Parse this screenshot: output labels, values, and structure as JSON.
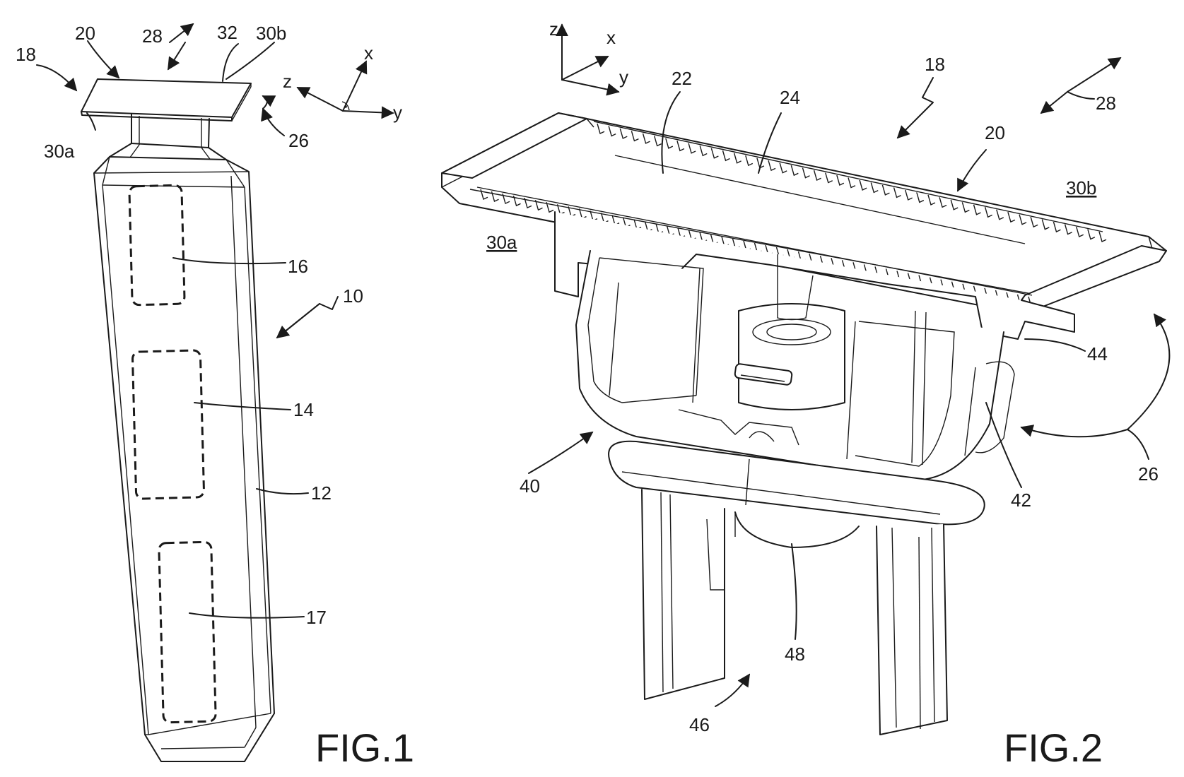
{
  "figures": {
    "fig1": {
      "caption": "FIG.1",
      "labels": {
        "l18": "18",
        "l20": "20",
        "l28": "28",
        "l32": "32",
        "l30b": "30b",
        "l30a": "30a",
        "l26": "26",
        "l16": "16",
        "l10": "10",
        "l14": "14",
        "l12": "12",
        "l17": "17"
      },
      "axes": {
        "x": "x",
        "y": "y",
        "z": "z"
      }
    },
    "fig2": {
      "caption": "FIG.2",
      "labels": {
        "l22": "22",
        "l18": "18",
        "l24": "24",
        "l20": "20",
        "l28": "28",
        "l30b": "30b",
        "l30a": "30a",
        "l44": "44",
        "l40": "40",
        "l26": "26",
        "l42": "42",
        "l48": "48",
        "l46": "46"
      },
      "axes": {
        "x": "x",
        "y": "y",
        "z": "z"
      }
    }
  }
}
